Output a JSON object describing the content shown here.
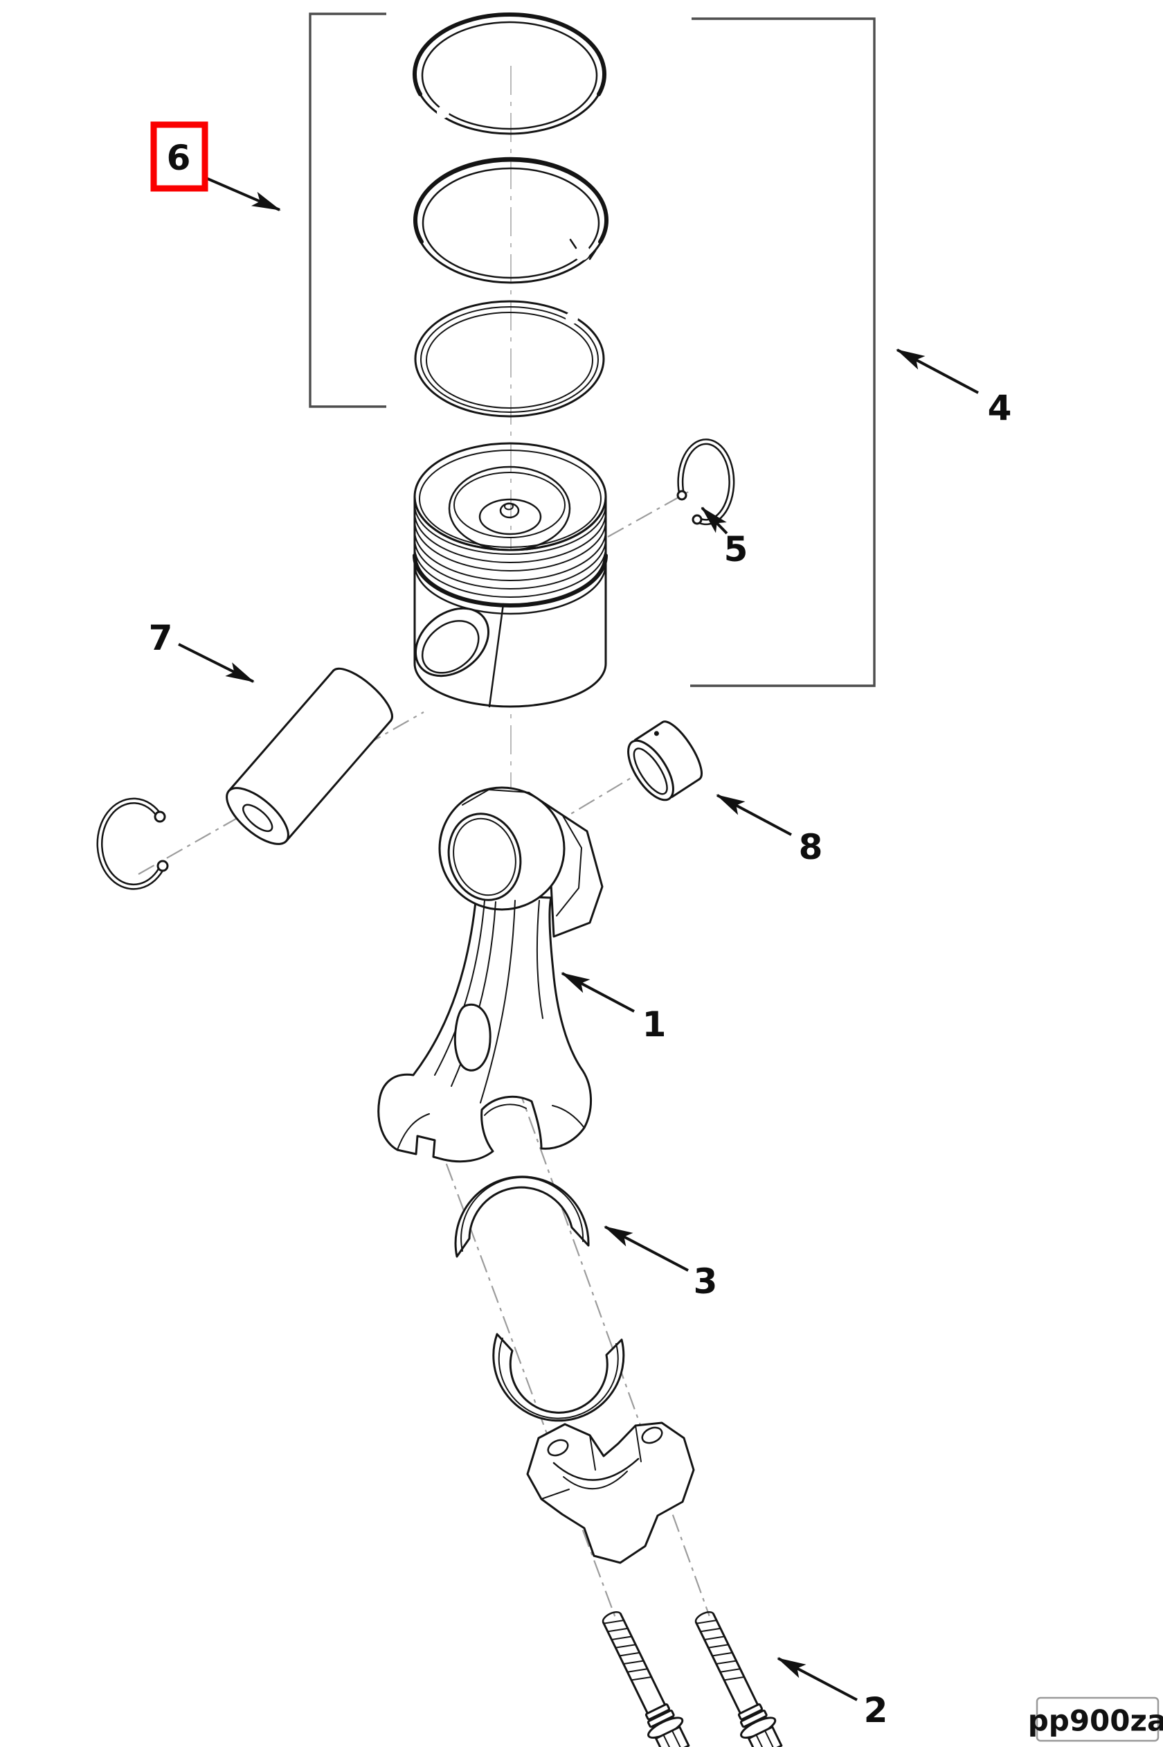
{
  "figure": {
    "code": "pp900za"
  },
  "callouts": {
    "connecting_rod": {
      "label": "1",
      "highlighted": false
    },
    "rod_bolts": {
      "label": "2",
      "highlighted": false
    },
    "bearing_shells": {
      "label": "3",
      "highlighted": false
    },
    "piston_assembly": {
      "label": "4",
      "highlighted": false
    },
    "retaining_ring": {
      "label": "5",
      "highlighted": false
    },
    "piston_ring_set": {
      "label": "6",
      "highlighted": true
    },
    "piston_pin": {
      "label": "7",
      "highlighted": false
    },
    "pin_bushing": {
      "label": "8",
      "highlighted": false
    }
  },
  "colors": {
    "highlight": "#fa0000",
    "line": "#141414",
    "bracket": "#4d4d4d",
    "centerline": "#9c9c9c",
    "code_box_border": "#999999",
    "background": "#ffffff"
  }
}
